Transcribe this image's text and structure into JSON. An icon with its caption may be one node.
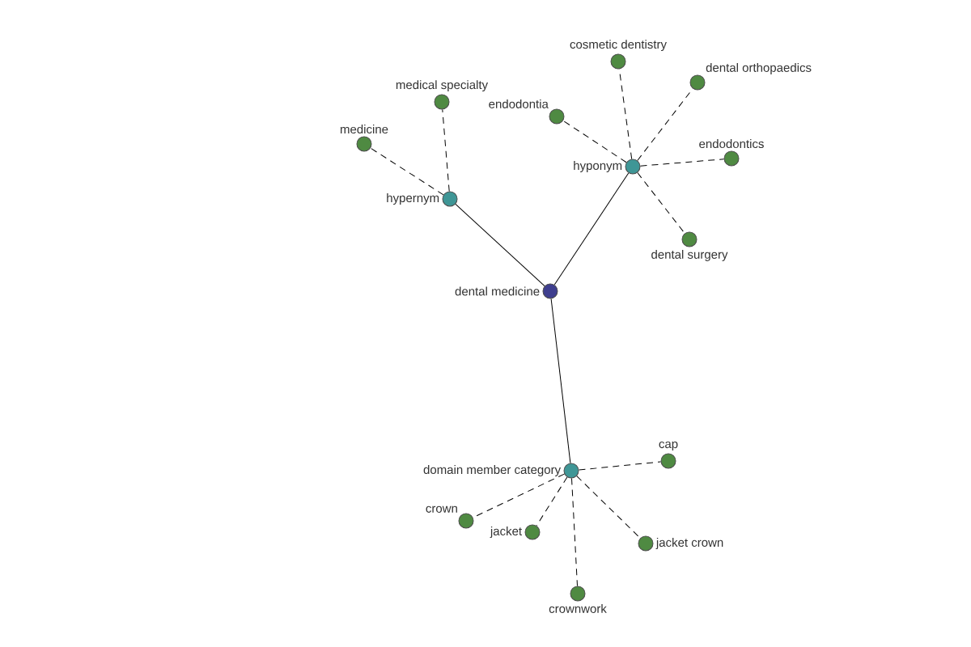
{
  "diagram": {
    "nodes": [
      {
        "text": [
          "dental medicine"
        ]
      },
      {
        "text": [
          "hypernym"
        ]
      },
      {
        "text": [
          "medicine"
        ]
      },
      {
        "text": [
          "medical specialty"
        ]
      },
      {
        "text": [
          "hyponym"
        ]
      },
      {
        "text": [
          "cosmetic dentistry"
        ]
      },
      {
        "text": [
          "dental orthopaedics"
        ]
      },
      {
        "text": [
          "endodontia"
        ]
      },
      {
        "text": [
          "endodontics"
        ]
      },
      {
        "text": [
          "dental surgery"
        ]
      },
      {
        "text": [
          "domain member category"
        ]
      },
      {
        "text": [
          "cap"
        ]
      },
      {
        "text": [
          "crown"
        ]
      },
      {
        "text": [
          "jacket"
        ]
      },
      {
        "text": [
          "jacket crown"
        ]
      },
      {
        "text": [
          "crownwork"
        ]
      }
    ],
    "edges": [
      {
        "from": 0,
        "to": 1,
        "arrow": "none"
      },
      {
        "from": 1,
        "to": 2,
        "arrow": "none",
        "style": "dashed"
      },
      {
        "from": 1,
        "to": 3,
        "arrow": "none",
        "style": "dashed"
      },
      {
        "from": 0,
        "to": 4,
        "arrow": "none"
      },
      {
        "from": 4,
        "to": 5,
        "arrow": "none",
        "style": "dashed"
      },
      {
        "from": 4,
        "to": 6,
        "arrow": "none",
        "style": "dashed"
      },
      {
        "from": 4,
        "to": 7,
        "arrow": "none",
        "style": "dashed"
      },
      {
        "from": 4,
        "to": 8,
        "arrow": "none",
        "style": "dashed"
      },
      {
        "from": 4,
        "to": 9,
        "arrow": "none",
        "style": "dashed"
      },
      {
        "from": 0,
        "to": 10,
        "arrow": "none"
      },
      {
        "from": 10,
        "to": 11,
        "arrow": "none",
        "style": "dashed"
      },
      {
        "from": 10,
        "to": 12,
        "arrow": "none",
        "style": "dashed"
      },
      {
        "from": 10,
        "to": 13,
        "arrow": "none",
        "style": "dashed"
      },
      {
        "from": 10,
        "to": 14,
        "arrow": "none",
        "style": "dashed"
      },
      {
        "from": 10,
        "to": 15,
        "arrow": "none",
        "style": "dashed"
      }
    ]
  }
}
